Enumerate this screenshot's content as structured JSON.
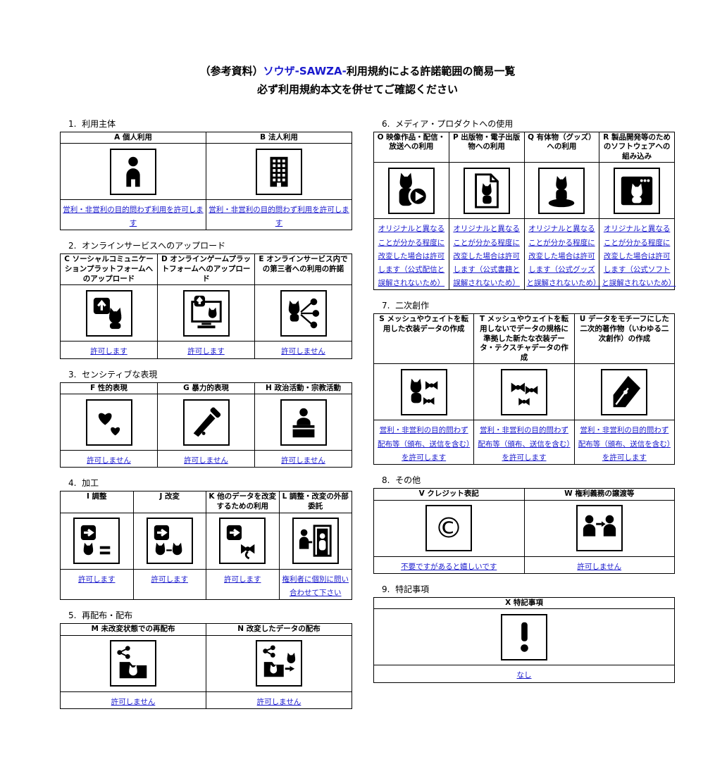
{
  "page": {
    "title_prefix": "（参考資料）",
    "title_brand": "ソウザ-SAWZA-",
    "title_suffix": "利用規約による許諾範囲の簡易一覧",
    "subtitle": "必ず利用規約本文を併せてご確認ください",
    "colors": {
      "permission_blue": "#1a1acd",
      "brand_blue": "#1a1acd",
      "border_black": "#000000"
    }
  },
  "sections": [
    {
      "key": "usage-subject",
      "number": "1.",
      "title": "利用主体",
      "column": "left",
      "cells": [
        {
          "header": "A 個人利用",
          "icon": "person-icon",
          "permission": "営利・非営利の目的問わず利用を許可します"
        },
        {
          "header": "B 法人利用",
          "icon": "building-icon",
          "permission": "営利・非営利の目的問わず利用を許可します"
        }
      ]
    },
    {
      "key": "online-upload",
      "number": "2.",
      "title": "オンラインサービスへのアップロード",
      "column": "left",
      "cells": [
        {
          "header": "C ソーシャルコミュニケーションプラットフォームへのアップロード",
          "icon": "upload-social-icon",
          "permission": "許可します"
        },
        {
          "header": "D オンラインゲームプラットフォームへのアップロード",
          "icon": "upload-game-icon",
          "permission": "許可します"
        },
        {
          "header": "E オンラインサービス内での第三者への利用の許諾",
          "icon": "third-party-share-icon",
          "permission": "許可しません"
        }
      ]
    },
    {
      "key": "sensitive-expression",
      "number": "3.",
      "title": "センシティブな表現",
      "column": "left",
      "cells": [
        {
          "header": "F 性的表現",
          "icon": "hearts-icon",
          "permission": "許可しません"
        },
        {
          "header": "G 暴力的表現",
          "icon": "knife-icon",
          "permission": "許可しません"
        },
        {
          "header": "H 政治活動・宗教活動",
          "icon": "podium-icon",
          "permission": "許可しません"
        }
      ]
    },
    {
      "key": "processing",
      "number": "4.",
      "title": "加工",
      "column": "left",
      "cells": [
        {
          "header": "I 調整",
          "icon": "adjust-icon",
          "permission": "許可します"
        },
        {
          "header": "J 改変",
          "icon": "modify-icon",
          "permission": "許可します"
        },
        {
          "header": "K 他のデータを改変するための利用",
          "icon": "modify-other-data-icon",
          "permission": "許可します"
        },
        {
          "header": "L 調整・改変の外部委託",
          "icon": "outsourcing-icon",
          "permission": "権利者に個別に問い合わせて下さい"
        }
      ]
    },
    {
      "key": "redistribution",
      "number": "5.",
      "title": "再配布・配布",
      "column": "left",
      "cells": [
        {
          "header": "M 未改変状態での再配布",
          "icon": "redistribute-icon",
          "permission": "許可しません"
        },
        {
          "header": "N 改変したデータの配布",
          "icon": "distribute-modified-icon",
          "permission": "許可しません"
        }
      ]
    },
    {
      "key": "media-product",
      "number": "6.",
      "title": "メディア・プロダクトへの使用",
      "column": "right",
      "cells": [
        {
          "header": "O 映像作品・配信・放送への利用",
          "icon": "video-icon",
          "permission": "オリジナルと異なることが分かる程度に改変した場合は許可します（公式配信と誤解されないため）"
        },
        {
          "header": "P 出版物・電子出版物への利用",
          "icon": "publication-icon",
          "permission": "オリジナルと異なることが分かる程度に改変した場合は許可します（公式書籍と誤解されないため）"
        },
        {
          "header": "Q 有体物（グッズ）への利用",
          "icon": "goods-icon",
          "permission": "オリジナルと異なることが分かる程度に改変した場合は許可します（公式グッズと誤解されないため）"
        },
        {
          "header": "R 製品開発等のためのソフトウェアへの組み込み",
          "icon": "software-icon",
          "permission": "オリジナルと異なることが分かる程度に改変した場合は許可します（公式ソフトと誤解されないため）"
        }
      ]
    },
    {
      "key": "derivative-works",
      "number": "7.",
      "title": "二次創作",
      "column": "right",
      "cells": [
        {
          "header": "S メッシュやウェイトを転用した衣装データの作成",
          "icon": "costume-reuse-icon",
          "permission": "営利・非営利の目的問わず配布等（頒布、送信を含む）を許可します"
        },
        {
          "header": "T メッシュやウェイトを転用しないでデータの規格に準拠した新たな衣装データ・テクスチャデータの作成",
          "icon": "costume-new-icon",
          "permission": "営利・非営利の目的問わず配布等（頒布、送信を含む）を許可します"
        },
        {
          "header": "U データをモチーフにした二次的著作物（いわゆる二次創作）の作成",
          "icon": "pen-icon",
          "permission": "営利・非営利の目的問わず配布等（頒布、送信を含む）を許可します"
        }
      ]
    },
    {
      "key": "others",
      "number": "8.",
      "title": "その他",
      "column": "right",
      "cells": [
        {
          "header": "V クレジット表記",
          "icon": "copyright-icon",
          "permission": "不要ですがあると嬉しいです"
        },
        {
          "header": "W 権利義務の譲渡等",
          "icon": "rights-transfer-icon",
          "permission": "許可しません"
        }
      ]
    },
    {
      "key": "special-notes",
      "number": "9.",
      "title": "特記事項",
      "column": "right",
      "cells": [
        {
          "header": "X 特記事項",
          "icon": "exclamation-icon",
          "permission": "なし"
        }
      ]
    }
  ]
}
